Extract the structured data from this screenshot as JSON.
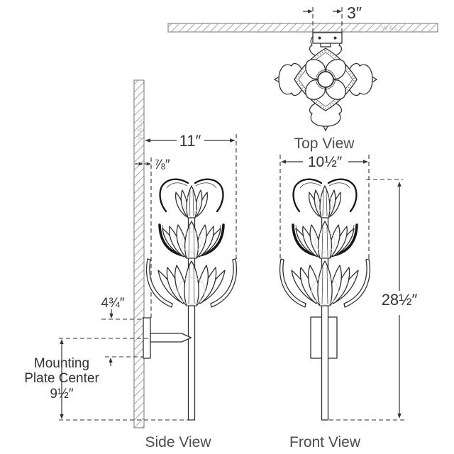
{
  "views": {
    "top": {
      "label": "Top View",
      "wall": "WALL",
      "dim_plate_width": "3″"
    },
    "side": {
      "label": "Side View",
      "wall": "WALL",
      "dim_projection": "11″",
      "dim_backplate_gap": "⅞″",
      "dim_plate_height": "4¾″",
      "mounting_label_line1": "Mounting",
      "mounting_label_line2": "Plate Center",
      "mounting_value": "9½″"
    },
    "front": {
      "label": "Front View",
      "dim_width": "10½″",
      "dim_height": "28½″"
    }
  },
  "colors": {
    "line": "#2f2f2f",
    "dim": "#333333",
    "bold": "#161616",
    "wall_outline": "#8a8a8a",
    "wall_hatch": "#a6a6a6",
    "wall_text": "#c2c2c2",
    "label": "#4d4d4d",
    "faint": "#d6d6d6",
    "background": "#ffffff"
  }
}
